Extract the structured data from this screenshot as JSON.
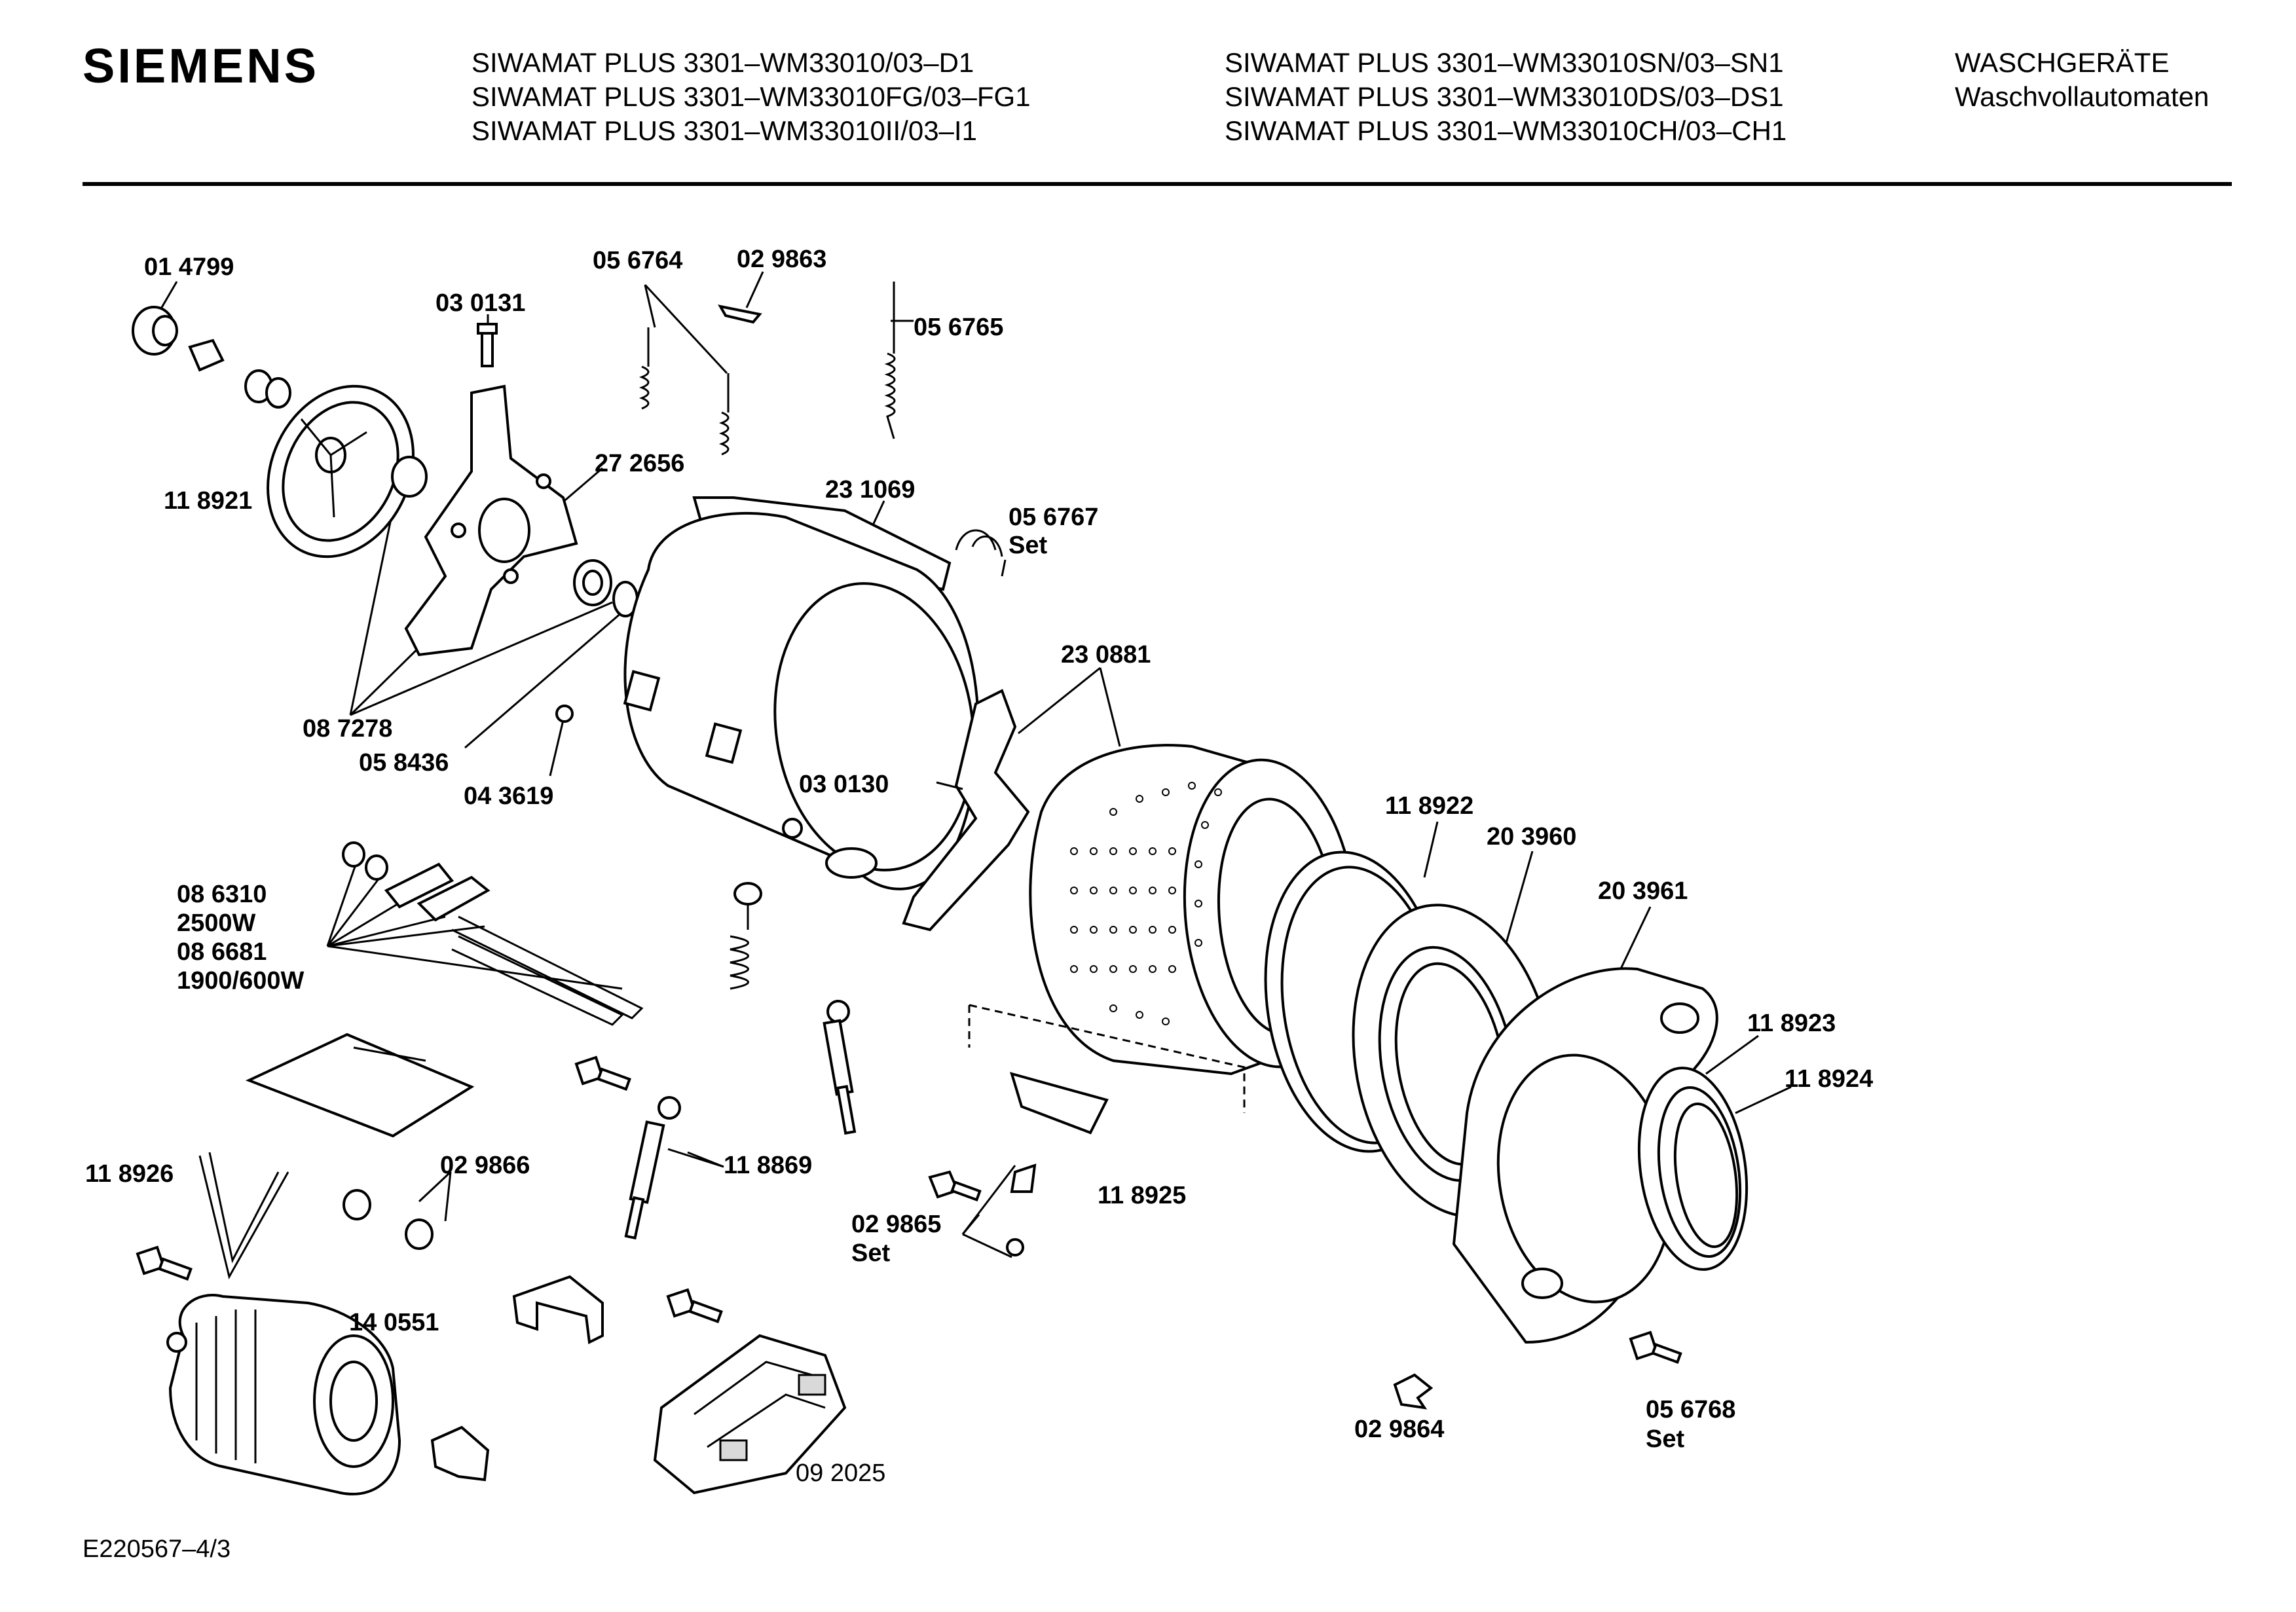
{
  "header": {
    "brand": "SIEMENS",
    "models_col1": [
      "SIWAMAT PLUS 3301–WM33010/03–D1",
      "SIWAMAT PLUS 3301–WM33010FG/03–FG1",
      "SIWAMAT PLUS 3301–WM33010II/03–I1"
    ],
    "models_col2": [
      "SIWAMAT PLUS 3301–WM33010SN/03–SN1",
      "SIWAMAT PLUS 3301–WM33010DS/03–DS1",
      "SIWAMAT PLUS 3301–WM33010CH/03–CH1"
    ],
    "category": [
      "WASCHGERÄTE",
      "Waschvollautomaten"
    ]
  },
  "footer": {
    "doc_id": "E220567–4/3"
  },
  "labels": {
    "p014799": "01 4799",
    "p030131": "03 0131",
    "p056764": "05 6764",
    "p029863": "02 9863",
    "p056765": "05 6765",
    "p118921": "11 8921",
    "p272656": "27 2656",
    "p231069": "23 1069",
    "p056767": "05 6767",
    "p056767_set": "Set",
    "p230881": "23 0881",
    "p087278": "08 7278",
    "p058436": "05 8436",
    "p043619": "04 3619",
    "p030130": "03 0130",
    "p118922": "11 8922",
    "p203960": "20 3960",
    "p203961": "20 3961",
    "p086310": "08 6310",
    "p2500w": "2500W",
    "p086681": "08 6681",
    "p1900w": "1900/600W",
    "p118923": "11 8923",
    "p118924": "11 8924",
    "p118926": "11 8926",
    "p029866": "02 9866",
    "p118869": "11 8869",
    "p029865": "02 9865",
    "p029865_set": "Set",
    "p118925": "11 8925",
    "p140551": "14 0551",
    "p029864": "02 9864",
    "p056768": "05 6768",
    "p056768_set": "Set",
    "p092025": "09 2025"
  }
}
